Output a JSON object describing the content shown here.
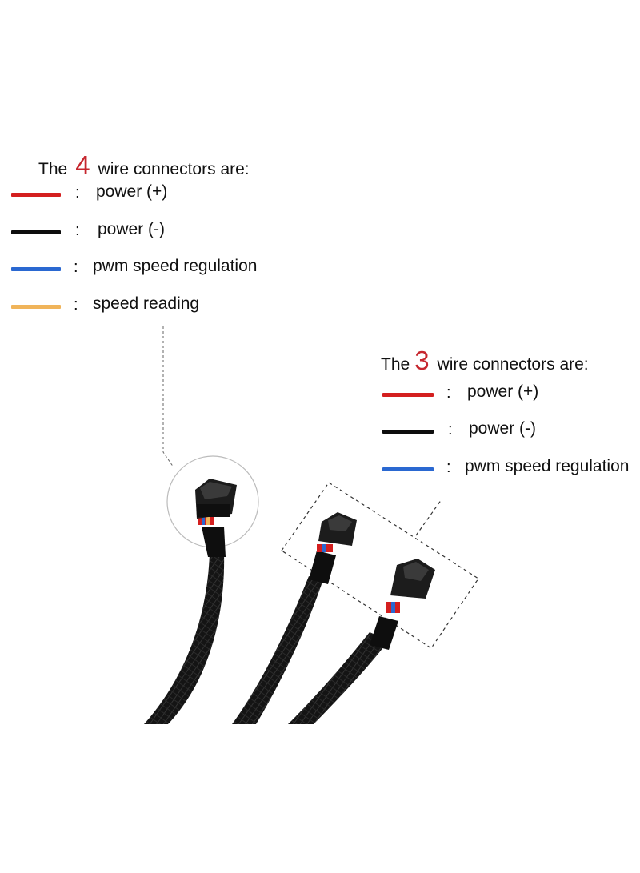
{
  "four_wire": {
    "title_prefix": "The",
    "count": "4",
    "title_suffix": "wire connectors are:",
    "items": [
      {
        "color": "#d41f1f",
        "colon": ":",
        "label": "power (+)"
      },
      {
        "color": "#0d0d0d",
        "colon": ":",
        "label": "power (-)"
      },
      {
        "color": "#2a68d1",
        "colon": ":",
        "label": "pwm speed regulation"
      },
      {
        "color": "#f0b45a",
        "colon": ":",
        "label": "speed reading"
      }
    ]
  },
  "three_wire": {
    "title_prefix": "The",
    "count": "3",
    "title_suffix": "wire connectors are:",
    "items": [
      {
        "color": "#d41f1f",
        "colon": ":",
        "label": "power (+)"
      },
      {
        "color": "#0d0d0d",
        "colon": ":",
        "label": "power (-)"
      },
      {
        "color": "#2a68d1",
        "colon": ":",
        "label": "pwm speed regulation"
      }
    ]
  }
}
